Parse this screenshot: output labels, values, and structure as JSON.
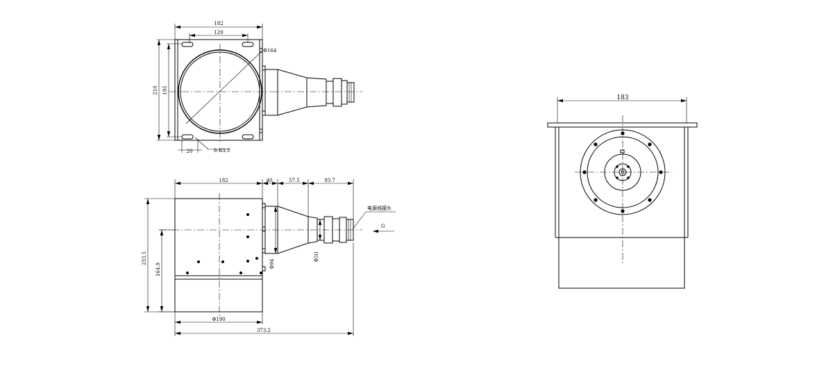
{
  "top_view": {
    "dim_width": "182",
    "dim_holes": "120",
    "dim_height_outer": "210",
    "dim_height_inner": "195",
    "dim_diameter": "Φ164",
    "dim_slot_offset": "20",
    "dim_slots": "8-R3.5"
  },
  "side_view": {
    "dim_body": "182",
    "dim_flange": "40",
    "dim_cone": "57.5",
    "dim_tail": "93.7",
    "dim_height_total": "233.5",
    "dim_height_inner": "164.9",
    "dim_cone_diameter": "Φ94",
    "dim_neck_diameter": "Φ50",
    "dim_body_diameter": "Φ190",
    "dim_total_length": "373.2",
    "connector_label": "电源线接头",
    "view_arrow_label": "G"
  },
  "front_view": {
    "dim_width": "183"
  }
}
